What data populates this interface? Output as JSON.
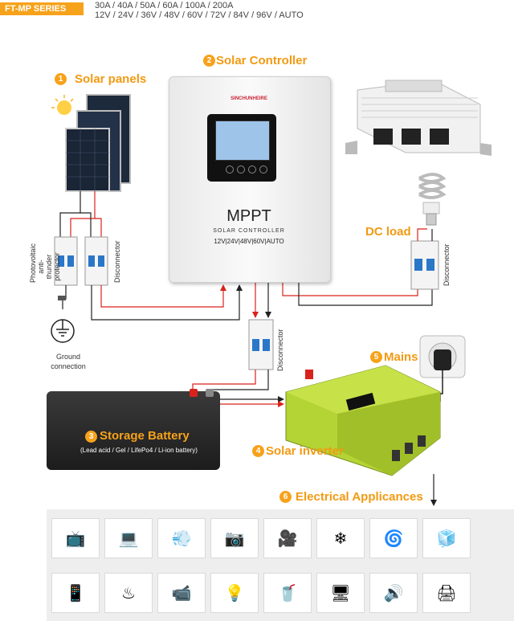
{
  "header": {
    "series": "FT-MP SERIES",
    "currents": "30A / 40A / 50A / 60A / 100A / 200A",
    "voltages": "12V / 24V / 36V / 48V / 60V / 72V / 84V / 96V / AUTO"
  },
  "labels": {
    "solar_panels": {
      "num": "1",
      "text": "Solar panels"
    },
    "solar_controller": {
      "num": "2",
      "text": "Solar Controller"
    },
    "storage_battery": {
      "num": "3",
      "text": "Storage Battery"
    },
    "solar_inverter": {
      "num": "4",
      "text": "Solar inverter"
    },
    "mains": {
      "num": "5",
      "text": "Mains"
    },
    "electrical_appliances": {
      "num": "6",
      "text": "Electrical Applicances"
    },
    "dc_load": "DC load"
  },
  "controller": {
    "brand": "SINCHUNHEIRE",
    "model": "MPPT",
    "subtitle": "SOLAR CONTROLLER",
    "voltages": "12V|24V|48V|60V|AUTO"
  },
  "battery": {
    "types": "(Lead acid / Gel / LifePo4 / Li-ion battery)"
  },
  "annotations": {
    "protector": "Photovoltaic\nanti-thunder\nprotector",
    "protector_lines": [
      "Photovoltaic",
      "anti-thunder",
      "protector"
    ],
    "disconnector": "Disconnector",
    "ground": "Ground\nconnection",
    "ground_lines": [
      "Ground",
      "connection"
    ]
  },
  "appliances": {
    "row1": [
      {
        "icon": "tv-icon",
        "glyph": "📺"
      },
      {
        "icon": "laptop-icon",
        "glyph": "💻"
      },
      {
        "icon": "hair-dryer-icon",
        "glyph": "💨"
      },
      {
        "icon": "camera-icon",
        "glyph": "📷"
      },
      {
        "icon": "video-camera-icon",
        "glyph": "🎥"
      },
      {
        "icon": "air-conditioner-icon",
        "glyph": "❄"
      },
      {
        "icon": "washing-machine-icon",
        "glyph": "🌀"
      },
      {
        "icon": "refrigerator-icon",
        "glyph": "🧊"
      }
    ],
    "row2": [
      {
        "icon": "tablet-icon",
        "glyph": "📱"
      },
      {
        "icon": "iron-icon",
        "glyph": "♨"
      },
      {
        "icon": "camcorder-icon",
        "glyph": "📹"
      },
      {
        "icon": "cfl-bulb-icon",
        "glyph": "💡"
      },
      {
        "icon": "juicer-icon",
        "glyph": "🥤"
      },
      {
        "icon": "desktop-computer-icon",
        "glyph": "🖥"
      },
      {
        "icon": "stereo-icon",
        "glyph": "🔊"
      },
      {
        "icon": "printer-icon",
        "glyph": "🖨"
      }
    ]
  },
  "colors": {
    "accent": "#f7a21b",
    "wire_red": "#d9221c",
    "wire_black": "#222222",
    "inverter_green": "#b4d335"
  }
}
